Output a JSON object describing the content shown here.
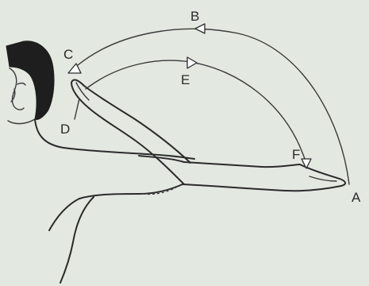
{
  "labels": {
    "a": "A",
    "b": "B",
    "c": "C",
    "d": "D",
    "e": "E",
    "f": "F"
  },
  "colors": {
    "background": "#e3e8e0",
    "ink": "#2b2b2b",
    "hair": "#1e1e1e"
  }
}
